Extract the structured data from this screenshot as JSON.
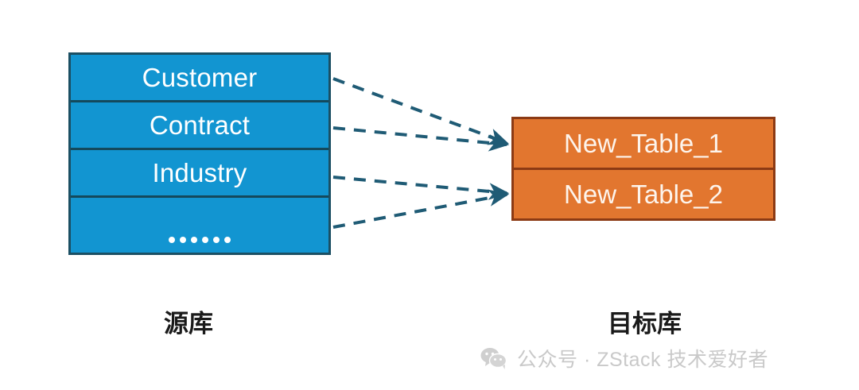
{
  "diagram": {
    "title": "Source database tables mapped to target database tables",
    "colors": {
      "source_fill": "#1295d1",
      "source_border": "#1b4f63",
      "target_fill": "#e2762f",
      "target_border": "#8c3a14",
      "arrow": "#1f5b75",
      "caption_text": "#1a1a1a",
      "watermark_text": "#c9c9c9",
      "background": "#ffffff"
    },
    "source": {
      "caption": "源库",
      "rows": [
        {
          "label": "Customer"
        },
        {
          "label": "Contract"
        },
        {
          "label": "Industry"
        },
        {
          "label": "……"
        }
      ]
    },
    "target": {
      "caption": "目标库",
      "rows": [
        {
          "label": "New_Table_1"
        },
        {
          "label": "New_Table_2"
        }
      ]
    },
    "connectors": [
      {
        "from": "Customer",
        "to": "New_Table_1",
        "style": "dashed-arrow"
      },
      {
        "from": "Contract",
        "to": "New_Table_1",
        "style": "dashed-arrow"
      },
      {
        "from": "Industry",
        "to": "New_Table_2",
        "style": "dashed-arrow"
      },
      {
        "from": "……",
        "to": "New_Table_2",
        "style": "dashed-arrow"
      }
    ]
  },
  "watermark": {
    "icon": "wechat-icon",
    "text": "公众号 · ZStack 技术爱好者"
  }
}
